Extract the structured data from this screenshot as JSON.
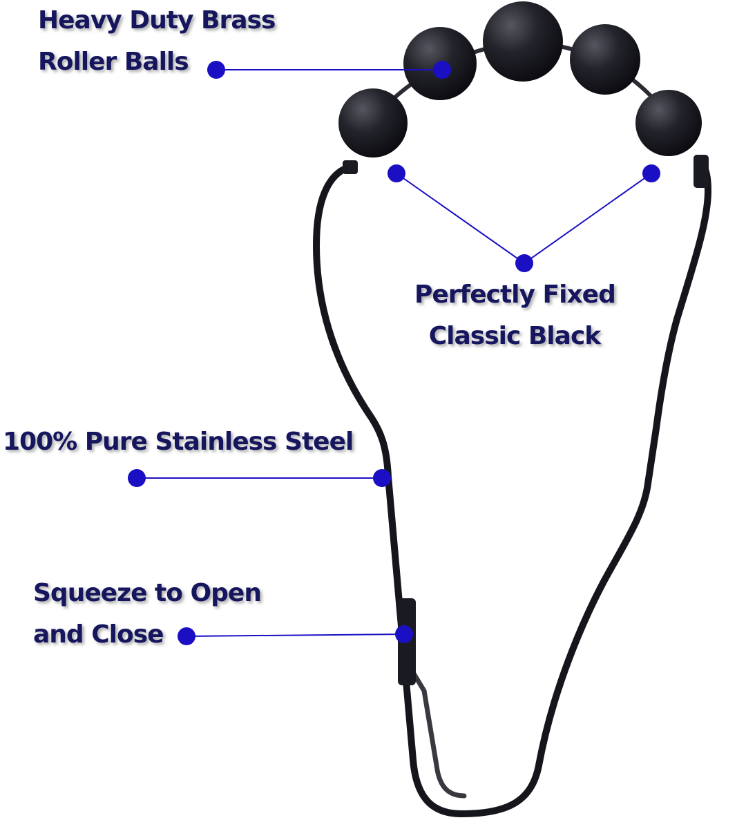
{
  "colors": {
    "background": "#ffffff",
    "label_text": "#16165e",
    "callout": "#1a0fc2",
    "hook_body": "#15151c"
  },
  "callouts": {
    "roller_balls": {
      "line1": "Heavy Duty Brass",
      "line2": "Roller Balls"
    },
    "fixed_black": {
      "line1": "Perfectly Fixed",
      "line2": "Classic Black"
    },
    "steel": {
      "line1": "100% Pure Stainless Steel"
    },
    "squeeze": {
      "line1": "Squeeze to Open",
      "line2": "and Close"
    }
  }
}
